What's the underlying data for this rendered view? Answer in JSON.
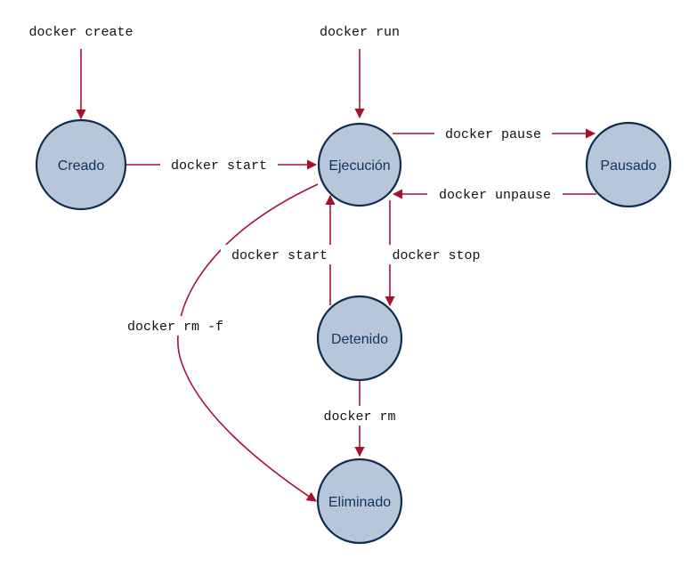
{
  "states": {
    "created": "Creado",
    "running": "Ejecución",
    "paused": "Pausado",
    "stopped": "Detenido",
    "removed": "Eliminado"
  },
  "commands": {
    "create": "docker create",
    "run": "docker run",
    "start_from_created": "docker start",
    "pause": "docker pause",
    "unpause": "docker unpause",
    "stop": "docker stop",
    "start_from_stopped": "docker start",
    "rm": "docker rm",
    "rm_force": "docker rm -f"
  },
  "colors": {
    "state_fill": "#b7c6d9",
    "state_stroke": "#0f2d52",
    "state_text": "#12335f",
    "edge": "#a8112e"
  }
}
